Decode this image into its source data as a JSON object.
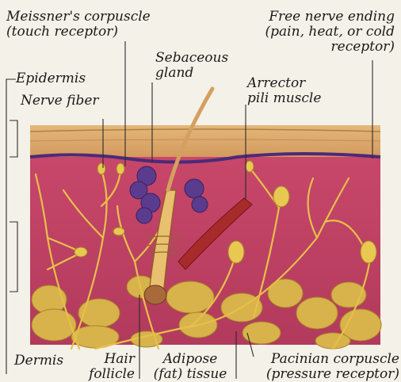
{
  "labels": {
    "meissner": {
      "line1": "Meissner's corpuscle",
      "line2": "(touch receptor)"
    },
    "free_nerve": {
      "line1": "Free nerve ending",
      "line2": "(pain, heat, or cold",
      "line3": "receptor)"
    },
    "sebaceous": {
      "line1": "Sebaceous",
      "line2": "gland"
    },
    "epidermis": "Epidermis",
    "arrector": {
      "line1": "Arrector",
      "line2": "pili muscle"
    },
    "nerve_fiber": "Nerve fiber",
    "dermis": "Dermis",
    "hair": {
      "line1": "Hair",
      "line2": "follicle"
    },
    "adipose": {
      "line1": "Adipose",
      "line2": "(fat) tissue"
    },
    "pacinian": {
      "line1": "Pacinian corpuscle",
      "line2": "(pressure receptor)"
    }
  }
}
